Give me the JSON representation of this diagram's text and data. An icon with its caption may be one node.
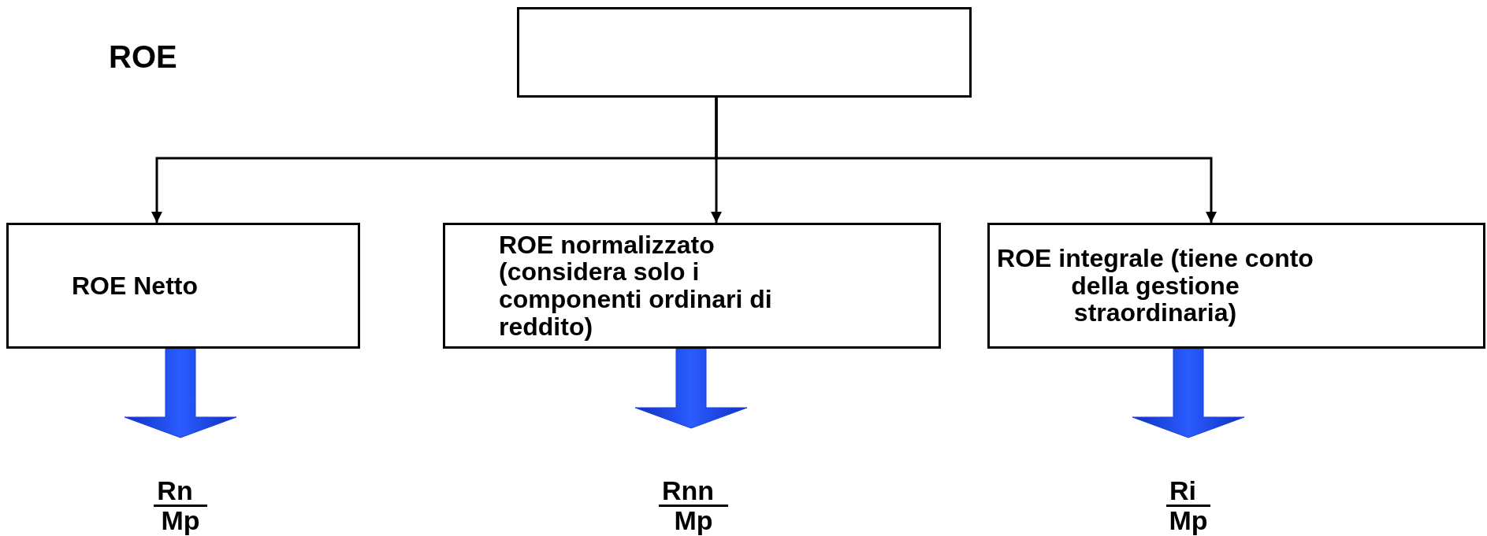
{
  "diagram": {
    "nodes": [
      {
        "text": [],
        "shape": "box"
      },
      {
        "text": [
          "ROE Netto"
        ]
      },
      {
        "text": [
          "ROE normalizzato (considera solo i componenti ordinari di reddito)"
        ]
      },
      {
        "text": [
          "ROE integrale (tiene conto della gestione straordinaria)"
        ]
      },
      {
        "text": [
          "Rn",
          "Mp"
        ]
      },
      {
        "text": [
          "Rnn",
          "Mp"
        ]
      },
      {
        "text": [
          "Ri",
          "Mp"
        ]
      }
    ],
    "edges": [
      {
        "from": 0,
        "to": 1,
        "arrow": "to"
      },
      {
        "from": 0,
        "to": 2,
        "arrow": "to"
      },
      {
        "from": 0,
        "to": 3,
        "arrow": "to"
      },
      {
        "from": 1,
        "to": 4,
        "arrow": "to",
        "style": "thick",
        "color": "#1a3fe0"
      },
      {
        "from": 2,
        "to": 5,
        "arrow": "to",
        "style": "thick",
        "color": "#1a3fe0"
      },
      {
        "from": 3,
        "to": 6,
        "arrow": "to",
        "style": "thick",
        "color": "#1a3fe0"
      }
    ],
    "labels": [
      "ROE"
    ]
  }
}
